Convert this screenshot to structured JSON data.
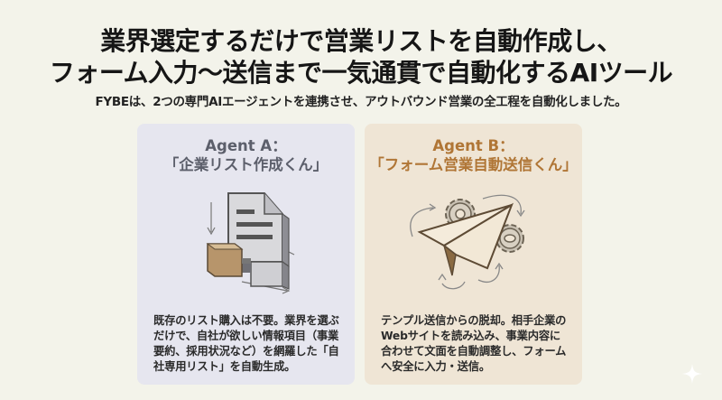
{
  "header": {
    "title_line1": "業界選定するだけで営業リストを自動作成し、",
    "title_line2": "フォーム入力〜送信まで一気通貫で自動化するAIツール",
    "subtitle": "FYBEは、2つの専門AIエージェントを連携させ、アウトバウンド営業の全工程を自動化しました。"
  },
  "cards": [
    {
      "agent": "Agent A：",
      "name": "「企業リスト作成くん」",
      "icon": "document-blocks-icon",
      "description": "既存のリスト購入は不要。業界を選ぶだけで、自社が欲しい情報項目（事業要約、採用状況など）を網羅した「自社専用リスト」を自動生成。",
      "accent": "#5c5f6b",
      "background": "#e6e6ef"
    },
    {
      "agent": "Agent B：",
      "name": "「フォーム営業自動送信くん」",
      "icon": "paper-plane-gears-icon",
      "description": "テンプル送信からの脱却。相手企業のWebサイトを読み込み、事業内容に合わせて文面を自動調整し、フォームへ安全に入力・送信。",
      "accent": "#b07636",
      "background": "#efe5d5"
    }
  ],
  "colors": {
    "page_background": "#f3f3ea",
    "title": "#161616"
  },
  "watermark": {
    "icon": "sparkle-icon"
  }
}
